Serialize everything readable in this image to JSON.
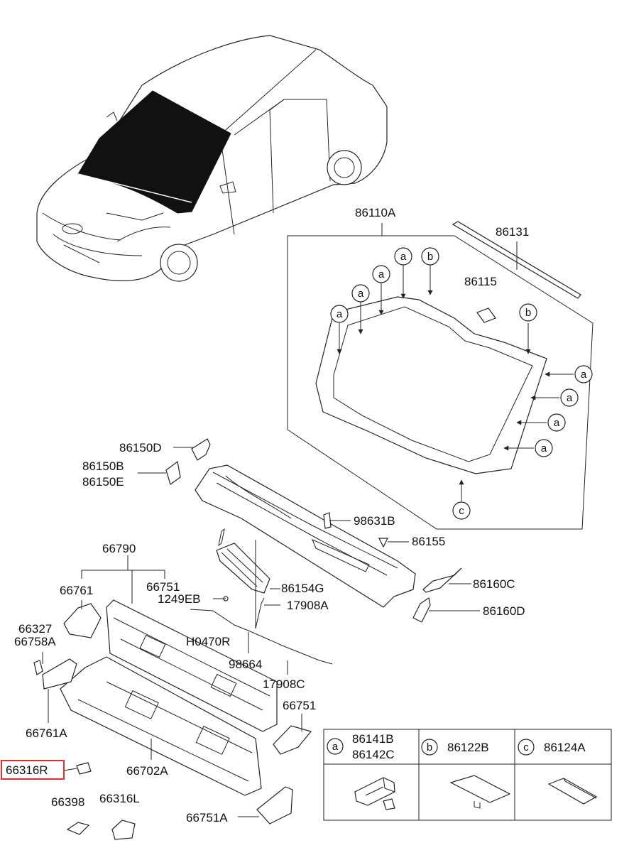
{
  "diagram": {
    "highlight_color": "#e03030",
    "part_labels": {
      "p86110A": "86110A",
      "p86131": "86131",
      "p86115": "86115",
      "p86150D": "86150D",
      "p86150B": "86150B",
      "p86150E": "86150E",
      "p98631B": "98631B",
      "p86155": "86155",
      "p66790": "66790",
      "p66761": "66761",
      "p66751a": "66751",
      "p1249EB": "1249EB",
      "p86154G": "86154G",
      "p17908A": "17908A",
      "p86160C": "86160C",
      "p86160D": "86160D",
      "p66327": "66327",
      "p66758A": "66758A",
      "pH0470R": "H0470R",
      "p98664": "98664",
      "p17908C": "17908C",
      "p66751b": "66751",
      "p66761A": "66761A",
      "p66316R": "66316R",
      "p66702A": "66702A",
      "p66398": "66398",
      "p66316L": "66316L",
      "p66751A": "66751A"
    },
    "callouts": {
      "a": "a",
      "b": "b",
      "c": "c"
    },
    "legend": {
      "a_letter": "a",
      "a_part1": "86141B",
      "a_part2": "86142C",
      "b_letter": "b",
      "b_part": "86122B",
      "c_letter": "c",
      "c_part": "86124A"
    }
  }
}
